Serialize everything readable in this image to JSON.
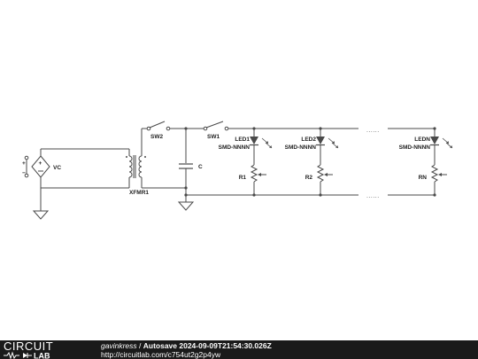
{
  "components": {
    "source": "VC",
    "source_plus": "+",
    "source_minus": "−",
    "transformer": "XFMR1",
    "capacitor": "C",
    "switch1": "SW1",
    "switch2": "SW2",
    "leds": [
      {
        "name": "LED1",
        "part": "SMD-NNNN",
        "resistor": "R1"
      },
      {
        "name": "LED2",
        "part": "SMD-NNNN",
        "resistor": "R2"
      },
      {
        "name": "LEDN",
        "part": "SMD-NNNN",
        "resistor": "RN"
      }
    ],
    "ellipsis": "......"
  },
  "footer": {
    "logo_top": "CIRCUIT",
    "logo_bottom": "LAB",
    "user": "gavinkress",
    "separator": " / ",
    "title": "Autosave 2024-09-09T21:54:30.026Z",
    "url": "http://circuitlab.com/c754ut2g2p4yw"
  },
  "colors": {
    "wire": "#4a4a4a",
    "footer_bg": "#1a1a1a",
    "footer_text": "#ffffff"
  }
}
